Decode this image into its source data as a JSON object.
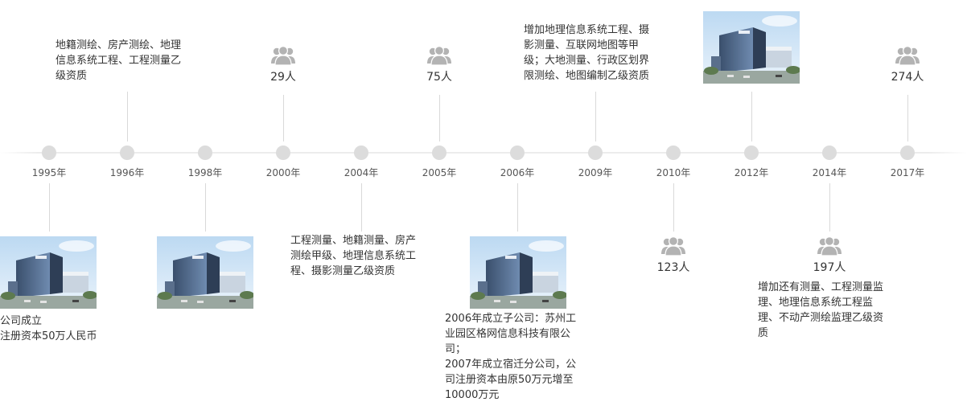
{
  "colors": {
    "axis": "#ececec",
    "dot": "#dcdcdc",
    "person_icon": "#b3b3b3",
    "text": "#333333"
  },
  "milestones": [
    {
      "year": "1995年",
      "side": "bottom",
      "image": "building-photo",
      "text_lines": [
        "公司成立",
        "注册资本50万人民币"
      ]
    },
    {
      "year": "1996年",
      "side": "top",
      "text_lines": [
        "地籍测绘、房产测绘、地理",
        "信息系统工程、工程测量乙",
        "级资质"
      ]
    },
    {
      "year": "1998年",
      "side": "bottom",
      "image": "building-photo"
    },
    {
      "year": "2000年",
      "side": "top",
      "icon": "people-icon",
      "count": "29人"
    },
    {
      "year": "2004年",
      "side": "bottom",
      "text_lines": [
        "工程测量、地籍测量、房产",
        "测绘甲级、地理信息系统工",
        "程、摄影测量乙级资质"
      ]
    },
    {
      "year": "2005年",
      "side": "top",
      "icon": "people-icon",
      "count": "75人"
    },
    {
      "year": "2006年",
      "side": "bottom",
      "image": "building-photo",
      "text_lines": [
        "2006年成立子公司：苏州工",
        "业园区格网信息科技有限公",
        "司；",
        "2007年成立宿迁分公司，公",
        "司注册资本由原50万元增至",
        "10000万元"
      ]
    },
    {
      "year": "2009年",
      "side": "top",
      "text_lines": [
        "增加地理信息系统工程、摄",
        "影测量、互联网地图等甲",
        "级；大地测量、行政区划界",
        "限测绘、地图编制乙级资质"
      ]
    },
    {
      "year": "2010年",
      "side": "bottom",
      "icon": "people-icon",
      "count": "123人"
    },
    {
      "year": "2012年",
      "side": "top",
      "image": "building-photo"
    },
    {
      "year": "2014年",
      "side": "bottom",
      "icon": "people-icon",
      "count": "197人",
      "text_lines": [
        "增加还有测量、工程测量监",
        "理、地理信息系统工程监",
        "理、不动产测绘监理乙级资",
        "质"
      ]
    },
    {
      "year": "2017年",
      "side": "top",
      "icon": "people-icon",
      "count": "274人"
    }
  ]
}
